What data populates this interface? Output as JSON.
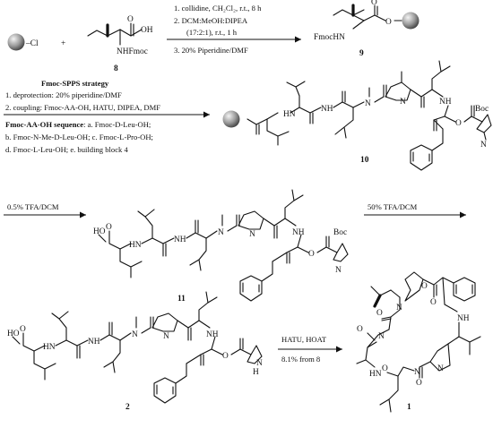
{
  "conditions": {
    "step1": [
      "1. collidine, CH₂Cl₂, r.t., 8 h",
      "2. DCM:MeOH:DIPEA",
      "(17:2:1), r.t., 1 h",
      "3. 20% Piperidine/DMF"
    ],
    "spps_title": "Fmoc-SPPS strategy",
    "spps": [
      "1. deprotection: 20% piperidine/DMF",
      "2. coupling: Fmoc-AA-OH, HATU, DIPEA, DMF"
    ],
    "sequence_label": "Fmoc-AA-OH sequence",
    "sequence_a": ": a. Fmoc-D-Leu-OH;",
    "sequence": [
      "b. Fmoc-N-Me-D-Leu-OH; c. Fmoc-L-Pro-OH;",
      "d. Fmoc-L-Leu-OH; e. building block 4"
    ],
    "step3": "0.5% TFA/DCM",
    "step4": "50% TFA/DCM",
    "step5a": "HATU, HOAT",
    "step5b": "8.1% from 8"
  },
  "compounds": {
    "c8": "8",
    "c9": "9",
    "c10": "10",
    "c11": "11",
    "c2": "2",
    "c1": "1"
  },
  "atoms": {
    "cl": "–Cl",
    "plus": "+",
    "oh": "OH",
    "o": "O",
    "nhfmoc": "NHFmoc",
    "fmochn": "FmocHN",
    "boc": "Boc",
    "n": "N",
    "hn": "HN",
    "nh": "NH",
    "ho": "HO",
    "h": "H"
  }
}
